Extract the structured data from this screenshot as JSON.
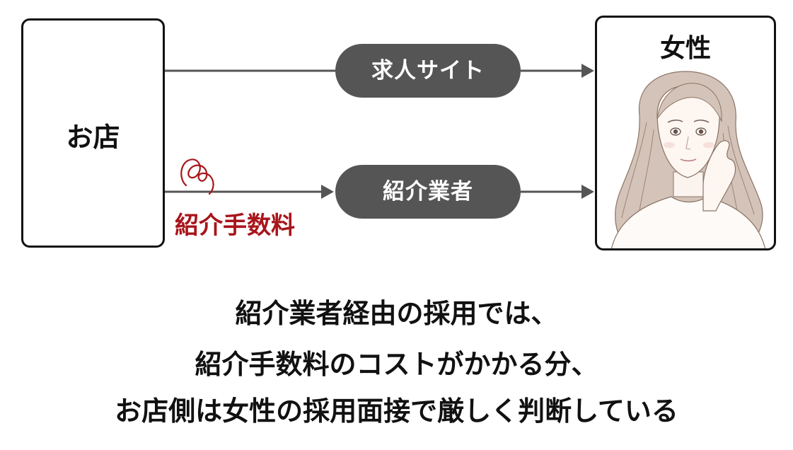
{
  "diagram": {
    "shop_label": "お店",
    "woman_label": "女性",
    "job_site_label": "求人サイト",
    "agency_label": "紹介業者",
    "fee_label": "紹介手数料"
  },
  "caption": {
    "line1": "紹介業者経由の採用では、",
    "line2": "紹介手数料のコストがかかる分、",
    "line3": "お店側は女性の採用面接で厳しく判断している"
  },
  "colors": {
    "arrow": "#555555",
    "pill": "#555555",
    "fee": "#a8151b",
    "border": "#111111"
  }
}
